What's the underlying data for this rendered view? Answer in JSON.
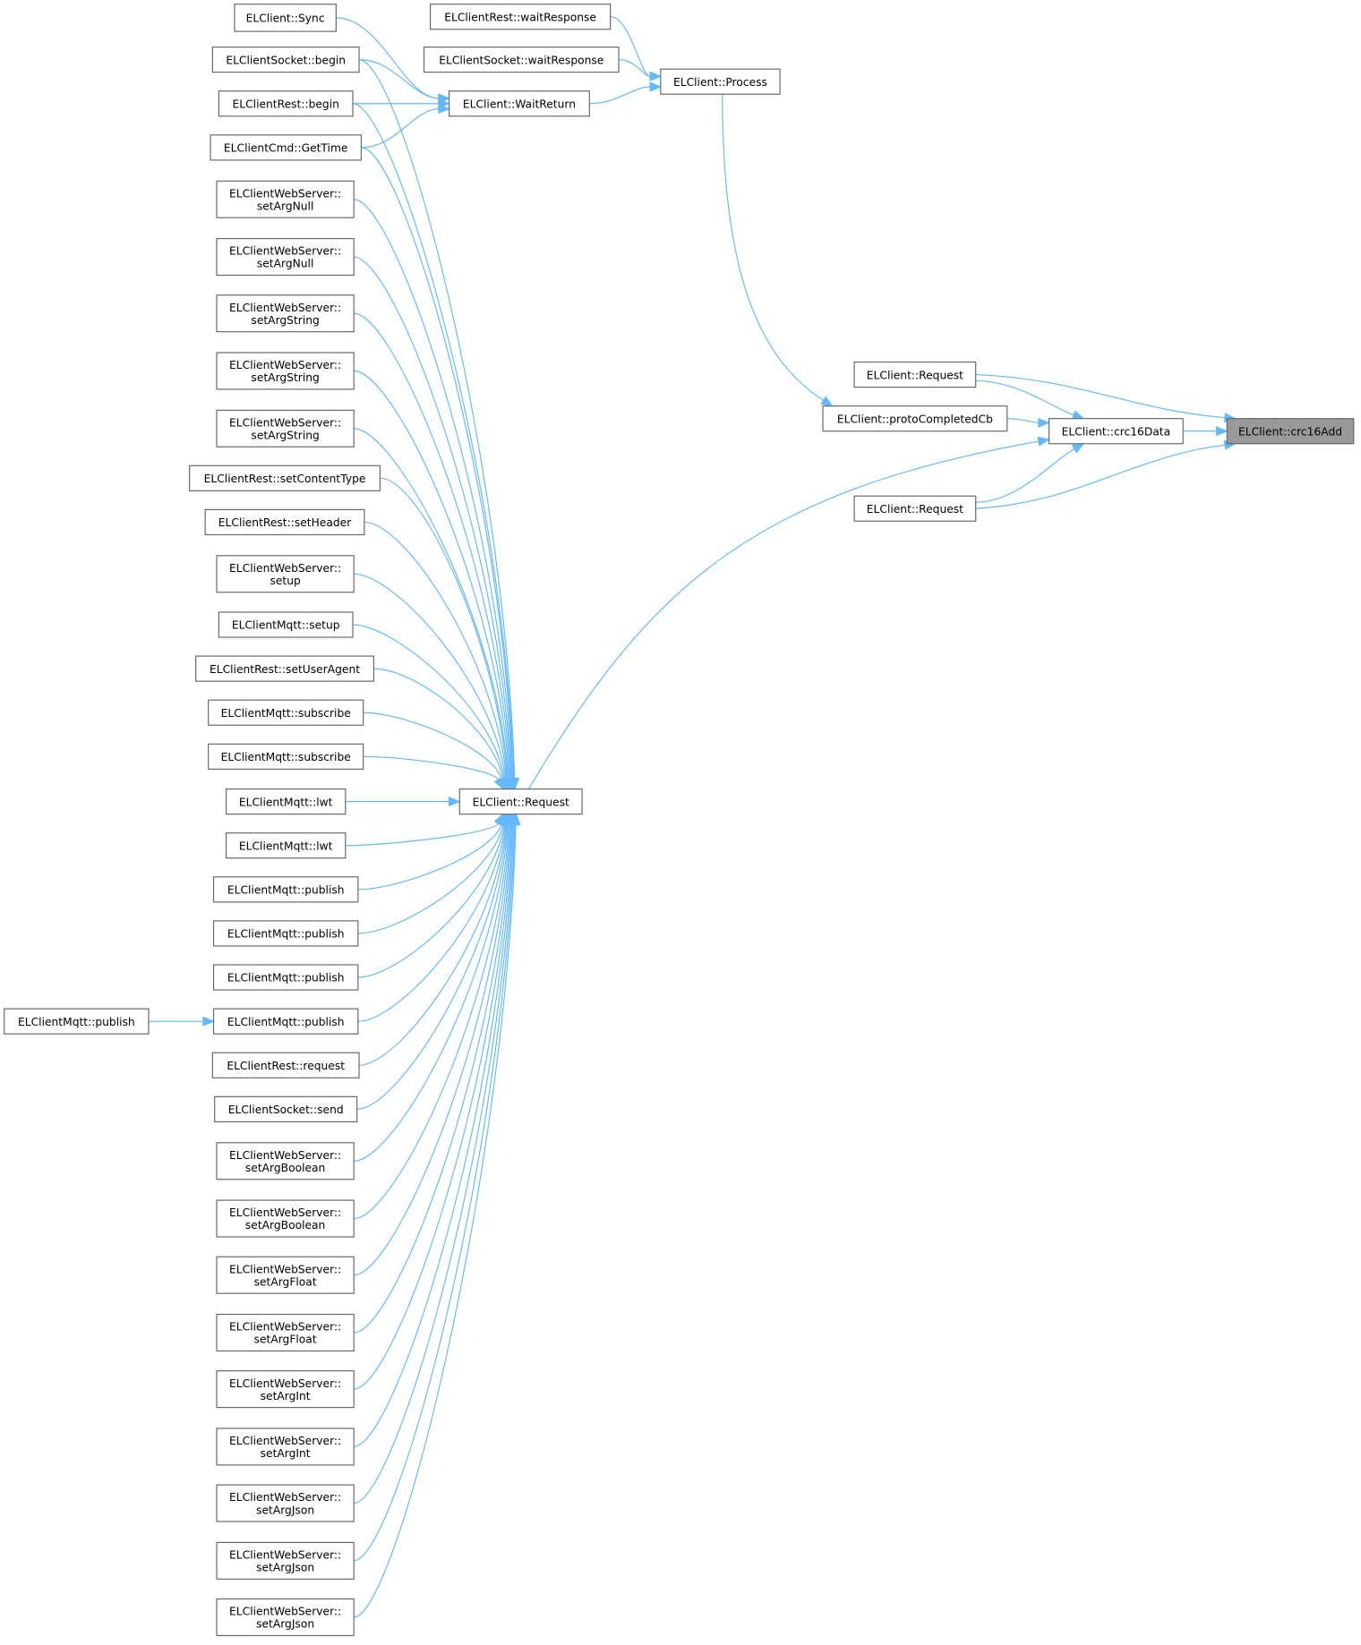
{
  "title": "ELClient::crc16Add caller graph",
  "colors": {
    "edge": "#63b8ff",
    "node_border": "#666666",
    "current_fill": "#999999"
  },
  "nodes": [
    {
      "id": "sync",
      "lines": [
        "ELClient::Sync"
      ]
    },
    {
      "id": "restWait",
      "lines": [
        "ELClientRest::waitResponse"
      ]
    },
    {
      "id": "sockBegin",
      "lines": [
        "ELClientSocket::begin"
      ]
    },
    {
      "id": "sockWait",
      "lines": [
        "ELClientSocket::waitResponse"
      ]
    },
    {
      "id": "process",
      "lines": [
        "ELClient::Process"
      ]
    },
    {
      "id": "restBegin",
      "lines": [
        "ELClientRest::begin"
      ]
    },
    {
      "id": "waitReturn",
      "lines": [
        "ELClient::WaitReturn"
      ]
    },
    {
      "id": "getTime",
      "lines": [
        "ELClientCmd::GetTime"
      ]
    },
    {
      "id": "argNull1",
      "lines": [
        "ELClientWebServer::",
        "setArgNull"
      ]
    },
    {
      "id": "argNull2",
      "lines": [
        "ELClientWebServer::",
        "setArgNull"
      ]
    },
    {
      "id": "argStr1",
      "lines": [
        "ELClientWebServer::",
        "setArgString"
      ]
    },
    {
      "id": "argStr2",
      "lines": [
        "ELClientWebServer::",
        "setArgString"
      ]
    },
    {
      "id": "argStr3",
      "lines": [
        "ELClientWebServer::",
        "setArgString"
      ]
    },
    {
      "id": "contentType",
      "lines": [
        "ELClientRest::setContentType"
      ]
    },
    {
      "id": "setHeader",
      "lines": [
        "ELClientRest::setHeader"
      ]
    },
    {
      "id": "wsSetup",
      "lines": [
        "ELClientWebServer::",
        "setup"
      ]
    },
    {
      "id": "mqttSetup",
      "lines": [
        "ELClientMqtt::setup"
      ]
    },
    {
      "id": "userAgent",
      "lines": [
        "ELClientRest::setUserAgent"
      ]
    },
    {
      "id": "sub1",
      "lines": [
        "ELClientMqtt::subscribe"
      ]
    },
    {
      "id": "sub2",
      "lines": [
        "ELClientMqtt::subscribe"
      ]
    },
    {
      "id": "lwt1",
      "lines": [
        "ELClientMqtt::lwt"
      ]
    },
    {
      "id": "lwt2",
      "lines": [
        "ELClientMqtt::lwt"
      ]
    },
    {
      "id": "pub1",
      "lines": [
        "ELClientMqtt::publish"
      ]
    },
    {
      "id": "pub2",
      "lines": [
        "ELClientMqtt::publish"
      ]
    },
    {
      "id": "pub3",
      "lines": [
        "ELClientMqtt::publish"
      ]
    },
    {
      "id": "pub4",
      "lines": [
        "ELClientMqtt::publish"
      ]
    },
    {
      "id": "pub5",
      "lines": [
        "ELClientMqtt::publish"
      ]
    },
    {
      "id": "restReq",
      "lines": [
        "ELClientRest::request"
      ]
    },
    {
      "id": "sockSend",
      "lines": [
        "ELClientSocket::send"
      ]
    },
    {
      "id": "argBool1",
      "lines": [
        "ELClientWebServer::",
        "setArgBoolean"
      ]
    },
    {
      "id": "argBool2",
      "lines": [
        "ELClientWebServer::",
        "setArgBoolean"
      ]
    },
    {
      "id": "argFloat1",
      "lines": [
        "ELClientWebServer::",
        "setArgFloat"
      ]
    },
    {
      "id": "argFloat2",
      "lines": [
        "ELClientWebServer::",
        "setArgFloat"
      ]
    },
    {
      "id": "argInt1",
      "lines": [
        "ELClientWebServer::",
        "setArgInt"
      ]
    },
    {
      "id": "argInt2",
      "lines": [
        "ELClientWebServer::",
        "setArgInt"
      ]
    },
    {
      "id": "argJson1",
      "lines": [
        "ELClientWebServer::",
        "setArgJson"
      ]
    },
    {
      "id": "argJson2",
      "lines": [
        "ELClientWebServer::",
        "setArgJson"
      ]
    },
    {
      "id": "argJson3",
      "lines": [
        "ELClientWebServer::",
        "setArgJson"
      ]
    },
    {
      "id": "request",
      "lines": [
        "ELClient::Request"
      ]
    },
    {
      "id": "requestTop",
      "lines": [
        "ELClient::Request"
      ]
    },
    {
      "id": "protoCb",
      "lines": [
        "ELClient::protoCompletedCb"
      ]
    },
    {
      "id": "crc16Data",
      "lines": [
        "ELClient::crc16Data"
      ]
    },
    {
      "id": "crc16Add",
      "lines": [
        "ELClient::crc16Add"
      ],
      "current": true
    },
    {
      "id": "requestBot",
      "lines": [
        "ELClient::Request"
      ]
    }
  ],
  "edges": [
    [
      "sync",
      "waitReturn"
    ],
    [
      "sockBegin",
      "waitReturn"
    ],
    [
      "restBegin",
      "waitReturn"
    ],
    [
      "getTime",
      "waitReturn"
    ],
    [
      "restWait",
      "process"
    ],
    [
      "sockWait",
      "process"
    ],
    [
      "waitReturn",
      "process"
    ],
    [
      "process",
      "protoCb"
    ],
    [
      "sockBegin",
      "request"
    ],
    [
      "restBegin",
      "request"
    ],
    [
      "getTime",
      "request"
    ],
    [
      "argNull1",
      "request"
    ],
    [
      "argNull2",
      "request"
    ],
    [
      "argStr1",
      "request"
    ],
    [
      "argStr2",
      "request"
    ],
    [
      "argStr3",
      "request"
    ],
    [
      "contentType",
      "request"
    ],
    [
      "setHeader",
      "request"
    ],
    [
      "wsSetup",
      "request"
    ],
    [
      "mqttSetup",
      "request"
    ],
    [
      "userAgent",
      "request"
    ],
    [
      "sub1",
      "request"
    ],
    [
      "sub2",
      "request"
    ],
    [
      "lwt1",
      "request"
    ],
    [
      "lwt2",
      "request"
    ],
    [
      "pub1",
      "request"
    ],
    [
      "pub2",
      "request"
    ],
    [
      "pub3",
      "request"
    ],
    [
      "pub4",
      "request"
    ],
    [
      "restReq",
      "request"
    ],
    [
      "sockSend",
      "request"
    ],
    [
      "argBool1",
      "request"
    ],
    [
      "argBool2",
      "request"
    ],
    [
      "argFloat1",
      "request"
    ],
    [
      "argFloat2",
      "request"
    ],
    [
      "argInt1",
      "request"
    ],
    [
      "argInt2",
      "request"
    ],
    [
      "argJson1",
      "request"
    ],
    [
      "argJson2",
      "request"
    ],
    [
      "argJson3",
      "request"
    ],
    [
      "pub5",
      "pub4"
    ],
    [
      "request",
      "crc16Data"
    ],
    [
      "protoCb",
      "crc16Data"
    ],
    [
      "requestTop",
      "crc16Data"
    ],
    [
      "requestBot",
      "crc16Data"
    ],
    [
      "requestTop",
      "crc16Add"
    ],
    [
      "requestBot",
      "crc16Add"
    ],
    [
      "crc16Data",
      "crc16Add"
    ]
  ]
}
